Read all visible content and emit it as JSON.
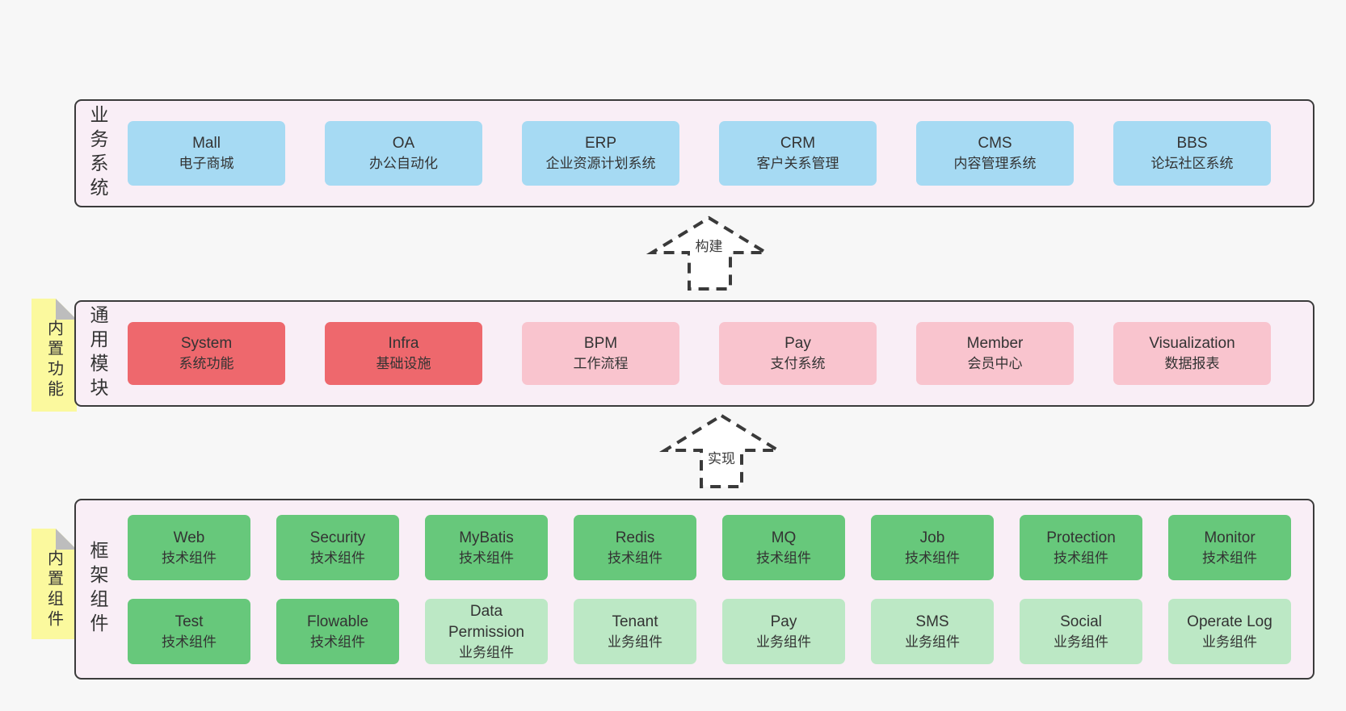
{
  "colors": {
    "bg": "#f7f7f7",
    "panel": "#f9eef6",
    "border": "#3b3b3b",
    "blue": "#a6daf3",
    "red": "#ee686d",
    "pink": "#f9c4ce",
    "green": "#67c87b",
    "green_light": "#bce8c5",
    "note": "#fbf99e",
    "note_fold": "#bdbdbd",
    "text": "#333333",
    "arrow": "#3a3a3a"
  },
  "sections": {
    "business": {
      "label": "业务系统",
      "boxes": [
        {
          "en": "Mall",
          "zh": "电子商城"
        },
        {
          "en": "OA",
          "zh": "办公自动化"
        },
        {
          "en": "ERP",
          "zh": "企业资源计划系统"
        },
        {
          "en": "CRM",
          "zh": "客户关系管理"
        },
        {
          "en": "CMS",
          "zh": "内容管理系统"
        },
        {
          "en": "BBS",
          "zh": "论坛社区系统"
        }
      ]
    },
    "modules": {
      "label": "通用模块",
      "note": "内置功能",
      "boxes": [
        {
          "en": "System",
          "zh": "系统功能"
        },
        {
          "en": "Infra",
          "zh": "基础设施"
        },
        {
          "en": "BPM",
          "zh": "工作流程"
        },
        {
          "en": "Pay",
          "zh": "支付系统"
        },
        {
          "en": "Member",
          "zh": "会员中心"
        },
        {
          "en": "Visualization",
          "zh": "数据报表"
        }
      ]
    },
    "framework": {
      "label": "框架组件",
      "note": "内置组件",
      "rows": [
        [
          {
            "en": "Web",
            "zh": "技术组件"
          },
          {
            "en": "Security",
            "zh": "技术组件"
          },
          {
            "en": "MyBatis",
            "zh": "技术组件"
          },
          {
            "en": "Redis",
            "zh": "技术组件"
          },
          {
            "en": "MQ",
            "zh": "技术组件"
          },
          {
            "en": "Job",
            "zh": "技术组件"
          },
          {
            "en": "Protection",
            "zh": "技术组件"
          },
          {
            "en": "Monitor",
            "zh": "技术组件"
          }
        ],
        [
          {
            "en": "Test",
            "zh": "技术组件"
          },
          {
            "en": "Flowable",
            "zh": "技术组件"
          },
          {
            "en": "Data Permission",
            "zh": "业务组件"
          },
          {
            "en": "Tenant",
            "zh": "业务组件"
          },
          {
            "en": "Pay",
            "zh": "业务组件"
          },
          {
            "en": "SMS",
            "zh": "业务组件"
          },
          {
            "en": "Social",
            "zh": "业务组件"
          },
          {
            "en": "Operate Log",
            "zh": "业务组件"
          }
        ]
      ]
    }
  },
  "arrows": {
    "build": {
      "label": "构建"
    },
    "implement": {
      "label": "实现"
    }
  }
}
